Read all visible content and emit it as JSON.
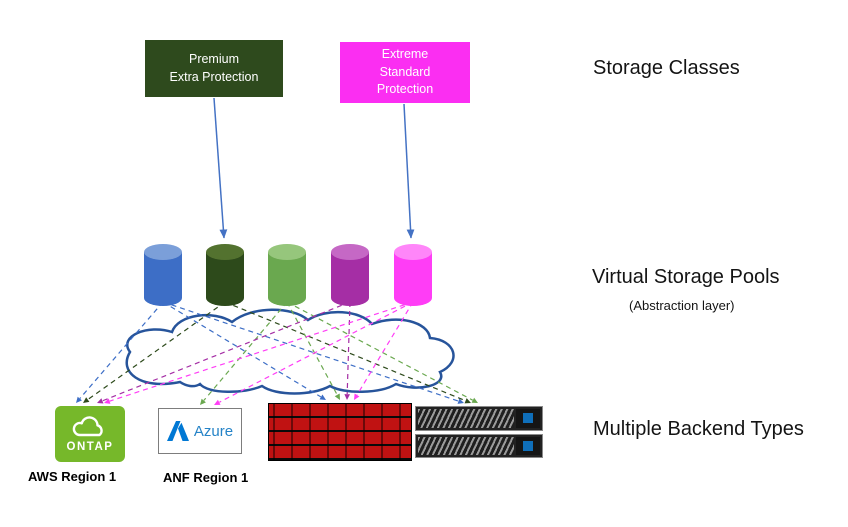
{
  "labels": {
    "storage_classes": "Storage Classes",
    "virtual_storage_pools": "Virtual Storage Pools",
    "abstraction_layer": "(Abstraction layer)",
    "multiple_backend_types": "Multiple Backend Types",
    "aws_region": "AWS Region 1",
    "anf_region": "ANF Region 1"
  },
  "storage_classes": [
    {
      "label": "Premium\nExtra Protection",
      "bg": "#2e4a1d",
      "text_color": "#ffffff"
    },
    {
      "label": "Extreme\nStandard\nProtection",
      "bg": "#fb2ef2",
      "text_color": "#ffffff"
    }
  ],
  "pools": [
    {
      "body": "#3d6ec6",
      "top": "#7b9fd9"
    },
    {
      "body": "#2d4a1b",
      "top": "#53722f"
    },
    {
      "body": "#6aa84f",
      "top": "#96c67c"
    },
    {
      "body": "#a52ea5",
      "top": "#c568c5"
    },
    {
      "body": "#ff3df6",
      "top": "#ff86f9"
    }
  ],
  "backends": [
    {
      "type": "ontap",
      "label": "ONTAP",
      "bg": "#76b82a"
    },
    {
      "type": "azure",
      "label": "Azure",
      "accent": "#2583c7"
    },
    {
      "type": "red-storage-array"
    },
    {
      "type": "netapp-storage-array"
    }
  ],
  "connections": [
    {
      "pool": 0,
      "backend": 0
    },
    {
      "pool": 0,
      "backend": 2
    },
    {
      "pool": 0,
      "backend": 3
    },
    {
      "pool": 1,
      "backend": 0
    },
    {
      "pool": 1,
      "backend": 3
    },
    {
      "pool": 2,
      "backend": 1
    },
    {
      "pool": 2,
      "backend": 2
    },
    {
      "pool": 2,
      "backend": 3
    },
    {
      "pool": 3,
      "backend": 0
    },
    {
      "pool": 3,
      "backend": 2
    },
    {
      "pool": 4,
      "backend": 0
    },
    {
      "pool": 4,
      "backend": 1
    },
    {
      "pool": 4,
      "backend": 2
    }
  ],
  "arrow_color": "#4472c4",
  "cloud_stroke": "#27549b"
}
